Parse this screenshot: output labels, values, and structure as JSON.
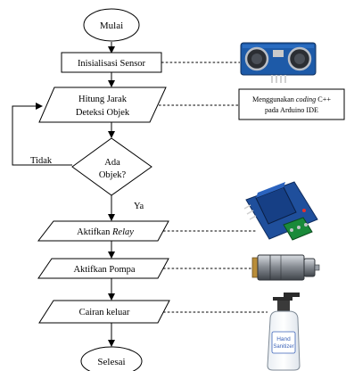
{
  "flowchart": {
    "start": "Mulai",
    "init": "Inisialisasi Sensor",
    "measure_line1": "Hitung Jarak",
    "measure_line2": "Deteksi Objek",
    "decision_line1": "Ada",
    "decision_line2": "Objek?",
    "no_label": "Tidak",
    "yes_label": "Ya",
    "relay_prefix": "Aktifkan ",
    "relay_word": "Relay",
    "pump": "Aktifkan Pompa",
    "output": "Cairan keluar",
    "end": "Selesai"
  },
  "note": {
    "line1_prefix": "Menggunakan ",
    "line1_italic": "coding",
    "line1_suffix": " C++",
    "line2": "pada Arduino IDE"
  },
  "pictures": {
    "sensor": "ultrasonic-sensor",
    "relay": "relay-module",
    "pump": "dc-pump-motor",
    "bottle_line1": "Hand",
    "bottle_line2": "Sanitizer"
  },
  "colors": {
    "line": "#000000",
    "relay_board": "#1f4f9c",
    "sensor_board": "#1d5aa8",
    "motor_body": "#8a8f96",
    "bottle_label": "#3b62b8"
  }
}
